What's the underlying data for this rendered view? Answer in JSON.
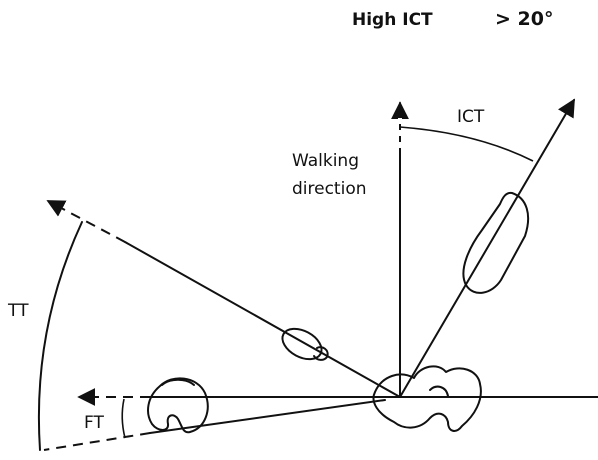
{
  "header": {
    "label": "High ICT",
    "value": "> 20°"
  },
  "labels": {
    "ict": "ICT",
    "walking_line1": "Walking",
    "walking_line2": "direction",
    "tt": "TT",
    "ft": "FT"
  },
  "colors": {
    "ink": "#111111",
    "background": "#ffffff"
  }
}
